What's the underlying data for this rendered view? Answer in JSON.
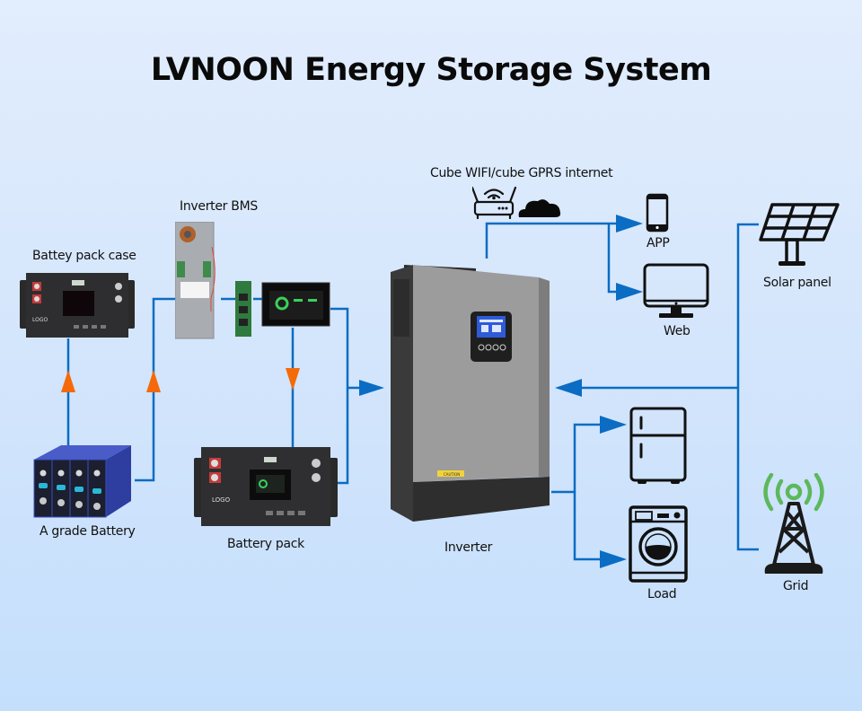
{
  "title": "LVNOON Energy Storage System",
  "colors": {
    "connector": "#0b6cc3",
    "arrow_charge": "#f46a0a",
    "grid_signal": "#5cb85c",
    "icon_stroke": "#111111"
  },
  "nodes": {
    "battery_pack_case": {
      "label": "Battey pack case",
      "icon": "rack-battery-case",
      "logo_text": "LOGO"
    },
    "inverter_bms": {
      "label": "Inverter BMS",
      "icon": "bms-board"
    },
    "a_grade_battery": {
      "label": "A grade Battery",
      "icon": "lifepo4-cells"
    },
    "battery_pack": {
      "label": "Battery pack",
      "icon": "rack-battery-pack",
      "logo_text": "LOGO"
    },
    "internet": {
      "label": "Cube WIFI/cube GPRS internet",
      "icons": [
        "wifi-router-icon",
        "cloud-icon"
      ]
    },
    "app": {
      "label": "APP",
      "icon": "smartphone-icon"
    },
    "web": {
      "label": "Web",
      "icon": "monitor-icon"
    },
    "inverter": {
      "label": "Inverter",
      "icon": "hybrid-inverter",
      "caution_text": "CAUTION"
    },
    "solar_panel": {
      "label": "Solar panel",
      "icon": "solar-panel-icon"
    },
    "load": {
      "label": "Load",
      "icons": [
        "refrigerator-icon",
        "washing-machine-icon"
      ]
    },
    "grid": {
      "label": "Grid",
      "icon": "transmission-tower-icon"
    }
  },
  "connections": [
    {
      "from": "a_grade_battery",
      "to": "battery_pack_case",
      "arrow": "orange-up"
    },
    {
      "from": "a_grade_battery",
      "to": "inverter_bms",
      "arrow": "orange-up"
    },
    {
      "from": "inverter_bms",
      "to": "battery_pack",
      "arrow": "orange-down"
    },
    {
      "from": "inverter_bms",
      "to": "inverter",
      "arrow": "blue-right"
    },
    {
      "from": "battery_pack",
      "to": "inverter",
      "arrow": "blue-right"
    },
    {
      "from": "inverter",
      "to": "internet",
      "arrow": "none"
    },
    {
      "from": "internet",
      "to": "app",
      "arrow": "blue-right"
    },
    {
      "from": "internet",
      "to": "web",
      "arrow": "blue-right"
    },
    {
      "from": "solar_panel",
      "to": "inverter",
      "arrow": "blue-left"
    },
    {
      "from": "grid",
      "to": "inverter",
      "arrow": "blue-left"
    },
    {
      "from": "inverter",
      "to": "load",
      "arrow": "blue-right"
    }
  ]
}
